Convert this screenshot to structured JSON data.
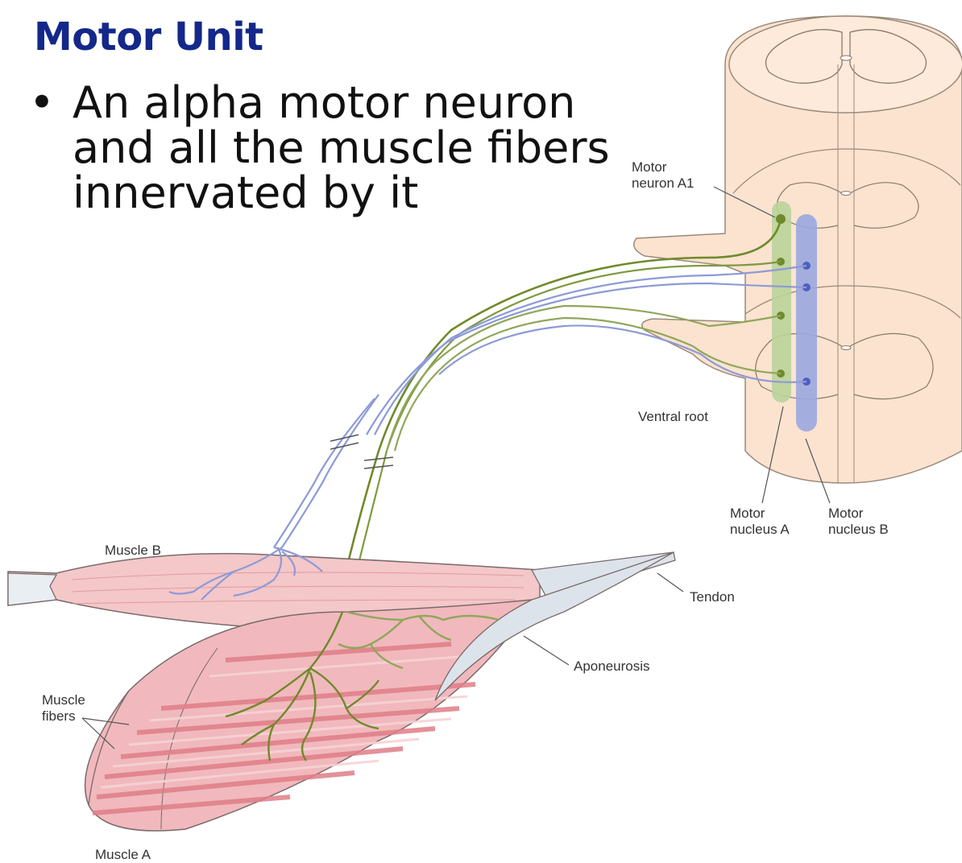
{
  "slide": {
    "title": "Motor Unit",
    "bullet_marker": "•",
    "bullet_lines": [
      "An alpha motor neuron",
      "and all the muscle fibers",
      "innervated by it"
    ]
  },
  "labels": {
    "motor_neuron_a1": [
      "Motor",
      "neuron A1"
    ],
    "ventral_root": "Ventral root",
    "motor_nucleus_a": [
      "Motor",
      "nucleus A"
    ],
    "motor_nucleus_b": [
      "Motor",
      "nucleus B"
    ],
    "muscle_b": "Muscle B",
    "tendon": "Tendon",
    "aponeurosis": "Aponeurosis",
    "muscle_fibers": [
      "Muscle",
      "fibers"
    ],
    "muscle_a": "Muscle A"
  },
  "colors": {
    "title": "#13288a",
    "spinal_cord": "#fbe3cf",
    "nucleus_a": "#b9d39a",
    "nucleus_b": "#9aa7df",
    "axon_a": "#6f8a2a",
    "axon_b": "#8d9ad6",
    "muscle": "#f1b9bd",
    "tendon": "#dde3ea"
  }
}
